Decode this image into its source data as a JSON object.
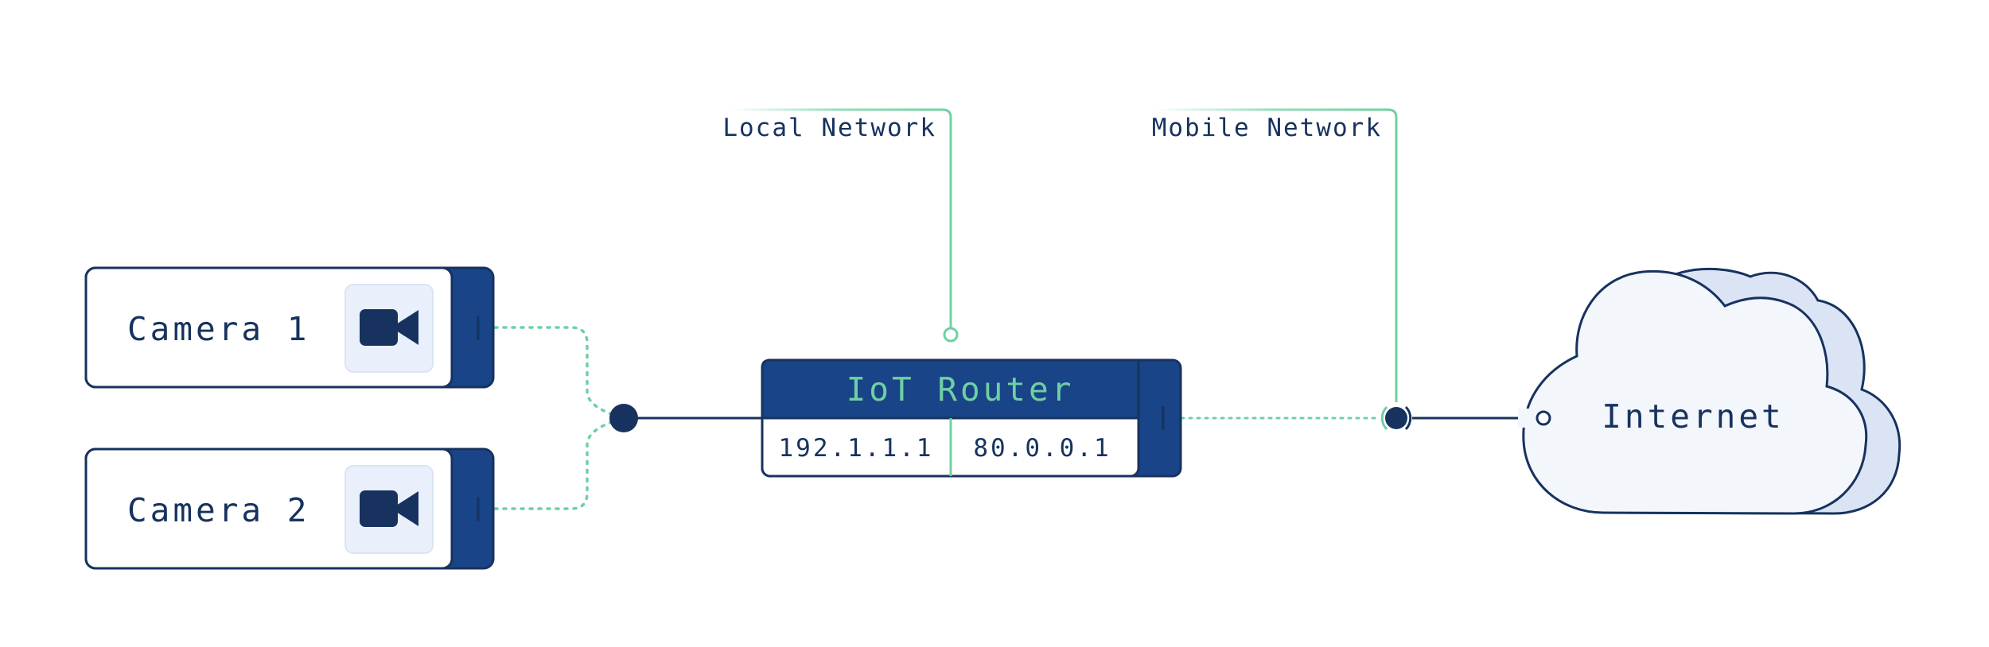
{
  "labels": {
    "local_network": "Local Network",
    "mobile_network": "Mobile Network"
  },
  "cameras": [
    {
      "label": "Camera 1",
      "icon": "video-camera-icon"
    },
    {
      "label": "Camera 2",
      "icon": "video-camera-icon"
    }
  ],
  "router": {
    "title": "IoT Router",
    "local_ip": "192.1.1.1",
    "mobile_ip": "80.0.0.1"
  },
  "cloud": {
    "label": "Internet",
    "icon": "cloud-icon"
  },
  "colors": {
    "navy": "#17325f",
    "blue": "#194488",
    "green": "#6fd0a3",
    "cloud_fill": "#f3f6fb",
    "cloud_shadow": "#dbe4f4",
    "icon_bg": "#eaf0fb"
  }
}
